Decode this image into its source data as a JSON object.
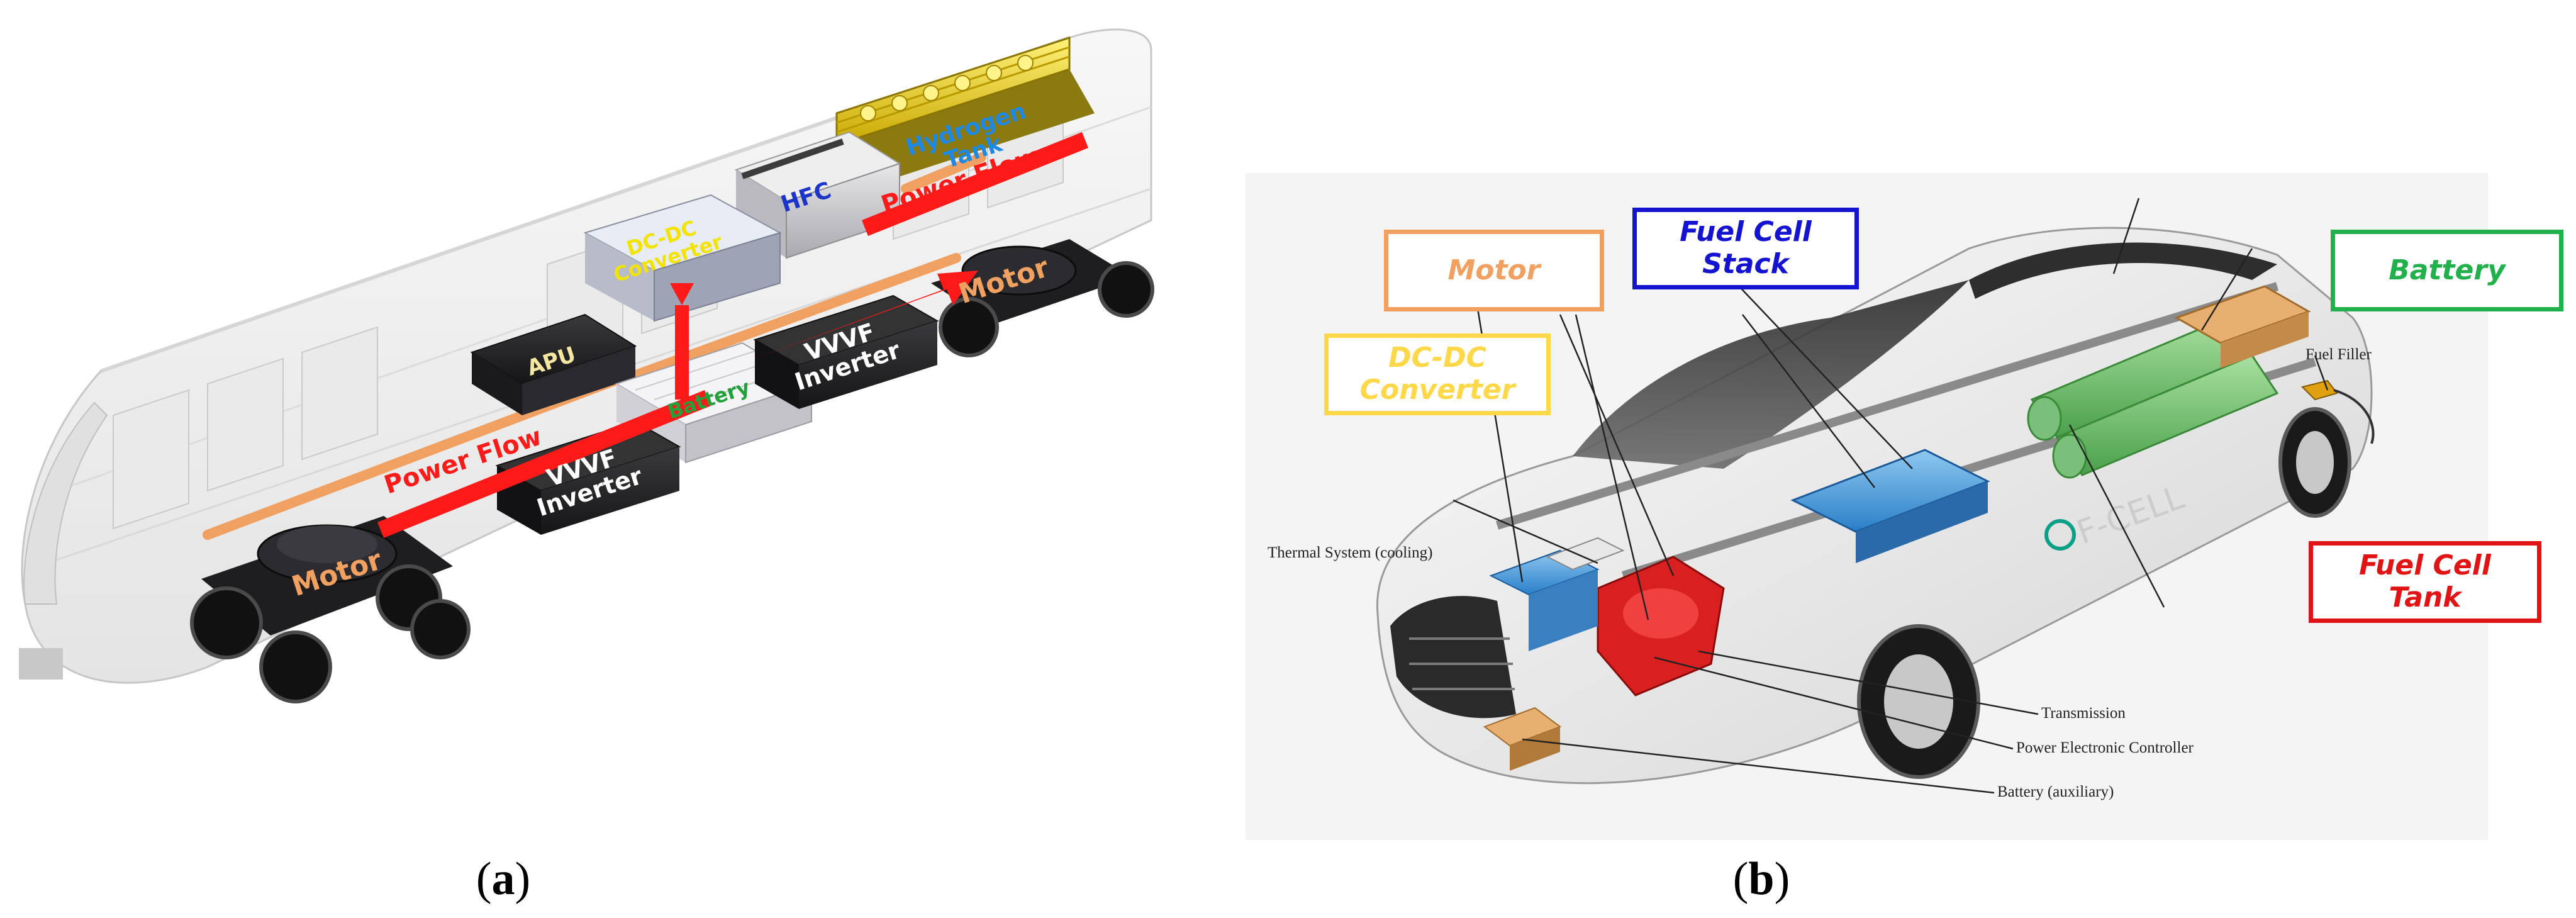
{
  "captions": {
    "a": "a",
    "b": "b"
  },
  "panel_a": {
    "labels": {
      "hydrogen_tank": "Hydrogen\nTank",
      "hfc": "HFC",
      "dc_dc_converter": "DC-DC\nConverter",
      "apu": "APU",
      "battery": "Battery",
      "vvvf_inverter_right": "VVVF\nInverter",
      "vvvf_inverter_left": "VVVF\nInverter",
      "motor_right": "Motor",
      "motor_left": "Motor",
      "power_flow_top": "Power Flow",
      "power_flow_left": "Power Flow"
    },
    "colors": {
      "hydrogen_tank": "#1e88e5",
      "hfc": "#1a35c8",
      "dc_dc_converter": "#f2e400",
      "battery": "#22a03c",
      "motor": "#f0a060",
      "power_flow": "#ff1a1a",
      "inverter": "#ffffff",
      "apu": "#f5e6a0"
    }
  },
  "panel_b": {
    "callouts": {
      "motor": "Motor",
      "fuel_cell_stack": "Fuel Cell\nStack",
      "battery": "Battery",
      "dc_dc_converter": "DC-DC\nConverter",
      "fuel_cell_tank": "Fuel Cell\nTank"
    },
    "callout_colors": {
      "motor": "#f0a060",
      "fuel_cell_stack": "#1414d0",
      "battery": "#22b04c",
      "dc_dc_converter": "#ffd84a",
      "fuel_cell_tank": "#e01414"
    },
    "small_labels": {
      "thermal_system": "Thermal System (cooling)",
      "fuel_filler": "Fuel Filler",
      "transmission": "Transmission",
      "power_electronic_controller": "Power Electronic Controller",
      "battery_auxiliary": "Battery (auxiliary)"
    },
    "car_logo": "F-CELL"
  }
}
